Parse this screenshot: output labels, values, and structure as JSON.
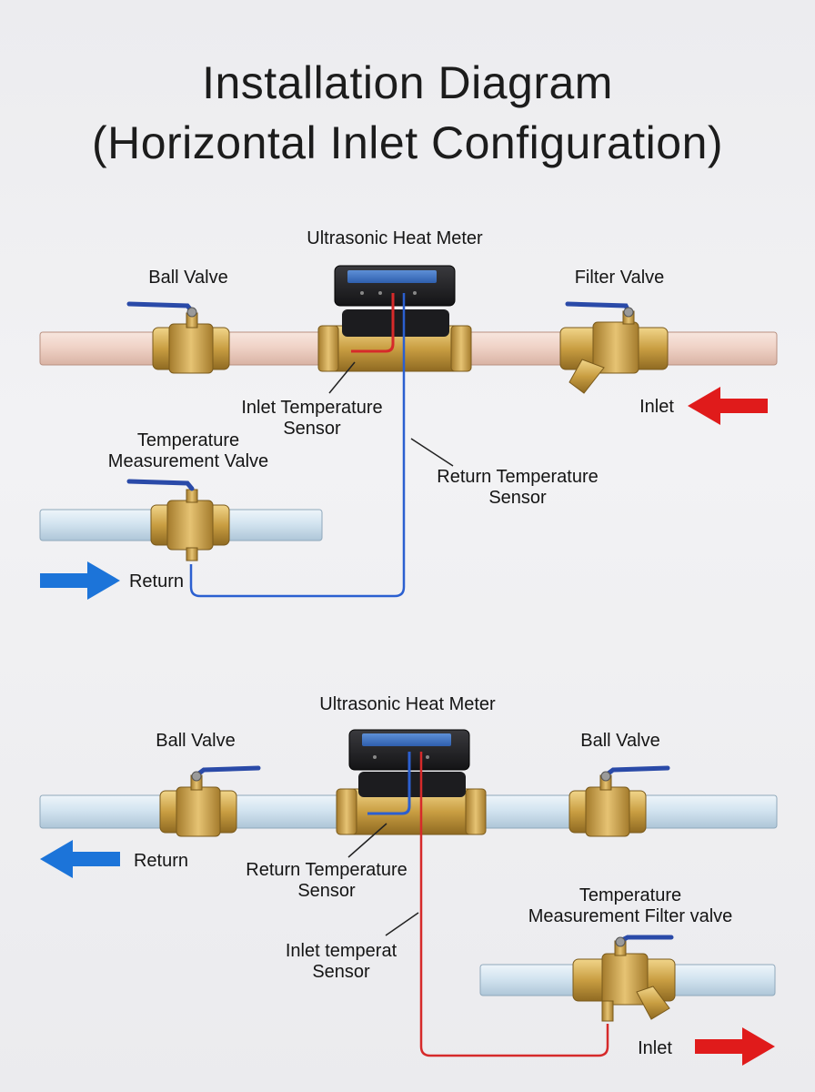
{
  "title": {
    "line1": "Installation Diagram",
    "line2": "(Horizontal Inlet Configuration)"
  },
  "top": {
    "meter_label": "Ultrasonic Heat Meter",
    "ball_valve_label": "Ball Valve",
    "filter_valve_label": "Filter Valve",
    "inlet_sensor_label_1": "Inlet Temperature",
    "inlet_sensor_label_2": "Sensor",
    "temp_valve_label_1": "Temperature",
    "temp_valve_label_2": "Measurement Valve",
    "return_sensor_label_1": "Return Temperature",
    "return_sensor_label_2": "Sensor",
    "inlet_label": "Inlet",
    "return_label": "Return"
  },
  "bottom": {
    "meter_label": "Ultrasonic Heat Meter",
    "left_valve_label": "Ball Valve",
    "right_valve_label": "Ball Valve",
    "return_label": "Return",
    "return_sensor_label_1": "Return Temperature",
    "return_sensor_label_2": "Sensor",
    "filter_valve_label_1": "Temperature",
    "filter_valve_label_2": "Measurement Filter valve",
    "inlet_sensor_label_1": "Inlet temperat",
    "inlet_sensor_label_2": "Sensor",
    "inlet_label": "Inlet"
  },
  "colors": {
    "inlet_arrow": "#e01b1b",
    "return_arrow": "#1c74d9",
    "inlet_wire": "#d62a2a",
    "return_wire": "#2b5fd0",
    "brass": "#c9a24a",
    "hot_pipe": "#f0d8cf",
    "cold_pipe": "#d6e6f1"
  }
}
